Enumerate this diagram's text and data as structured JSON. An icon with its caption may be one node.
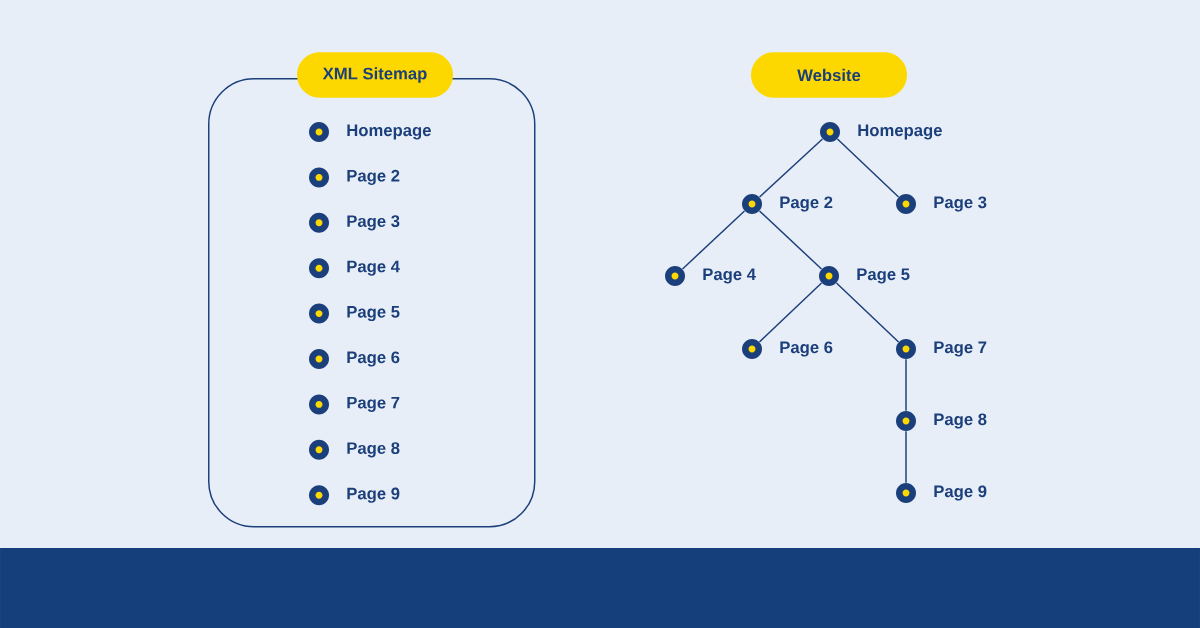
{
  "diagram": {
    "nodes": [
      {
        "text": [],
        "shape": "box"
      },
      {
        "text": [
          "XML Sitemap"
        ]
      },
      {
        "text": [],
        "shape": "circle",
        "beside": [
          "Homepage"
        ],
        "in": 0
      },
      {
        "text": [],
        "shape": "circle",
        "beside": [
          "Page 2"
        ],
        "in": 0
      },
      {
        "text": [],
        "shape": "circle",
        "beside": [
          "Page 3"
        ],
        "in": 0
      },
      {
        "text": [],
        "shape": "circle",
        "beside": [
          "Page 4"
        ],
        "in": 0
      },
      {
        "text": [],
        "shape": "circle",
        "beside": [
          "Page 5"
        ],
        "in": 0
      },
      {
        "text": [],
        "shape": "circle",
        "beside": [
          "Page 6"
        ],
        "in": 0
      },
      {
        "text": [],
        "shape": "circle",
        "beside": [
          "Page 7"
        ],
        "in": 0
      },
      {
        "text": [],
        "shape": "circle",
        "beside": [
          "Page 8"
        ],
        "in": 0
      },
      {
        "text": [],
        "shape": "circle",
        "beside": [
          "Page 9"
        ],
        "in": 0
      },
      {
        "text": [
          "Website"
        ]
      },
      {
        "text": [],
        "shape": "circle",
        "beside": [
          "Homepage"
        ]
      },
      {
        "text": [],
        "shape": "circle",
        "beside": [
          "Page 2"
        ]
      },
      {
        "text": [],
        "shape": "circle",
        "beside": [
          "Page 3"
        ]
      },
      {
        "text": [],
        "shape": "circle",
        "beside": [
          "Page 4"
        ]
      },
      {
        "text": [],
        "shape": "circle",
        "beside": [
          "Page 5"
        ]
      },
      {
        "text": [],
        "shape": "circle",
        "beside": [
          "Page 6"
        ]
      },
      {
        "text": [],
        "shape": "circle",
        "beside": [
          "Page 7"
        ]
      },
      {
        "text": [],
        "shape": "circle",
        "beside": [
          "Page 8"
        ]
      },
      {
        "text": [],
        "shape": "circle",
        "beside": [
          "Page 9"
        ]
      }
    ],
    "edges": [
      {
        "from": 12,
        "to": 13,
        "arrow": "none"
      },
      {
        "from": 12,
        "to": 14,
        "arrow": "none"
      },
      {
        "from": 13,
        "to": 15,
        "arrow": "none"
      },
      {
        "from": 13,
        "to": 16,
        "arrow": "none"
      },
      {
        "from": 16,
        "to": 17,
        "arrow": "none"
      },
      {
        "from": 16,
        "to": 18,
        "arrow": "none"
      },
      {
        "from": 18,
        "to": 19,
        "arrow": "none"
      },
      {
        "from": 19,
        "to": 20,
        "arrow": "none"
      }
    ]
  }
}
